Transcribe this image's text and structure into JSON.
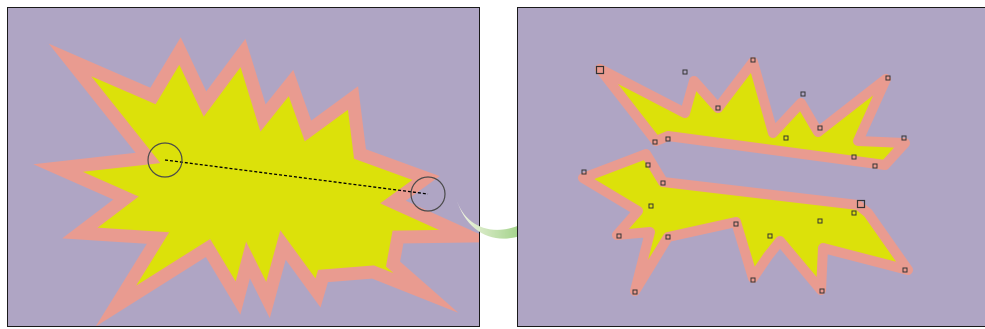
{
  "colors": {
    "canvas_background": "#afa5c4",
    "shape_fill": "#dce10a",
    "shape_stroke": "#e99b90",
    "cut_guide_line": "#000000",
    "cut_guide_circle": "#4a4a4a",
    "arrow_gradient_start": "#f6f7e8",
    "arrow_gradient_end": "#76bf58",
    "anchor_handle": "#333333"
  },
  "panels": {
    "before": {
      "shape": "starburst",
      "state": "cut-path-drawn"
    },
    "after": {
      "shape": "starburst",
      "state": "split-into-two-pieces",
      "piece_count": 2
    }
  },
  "icons": {
    "cut_start": "circle-marker-icon",
    "cut_end": "circle-marker-icon",
    "transition": "curved-arrow-icon"
  }
}
